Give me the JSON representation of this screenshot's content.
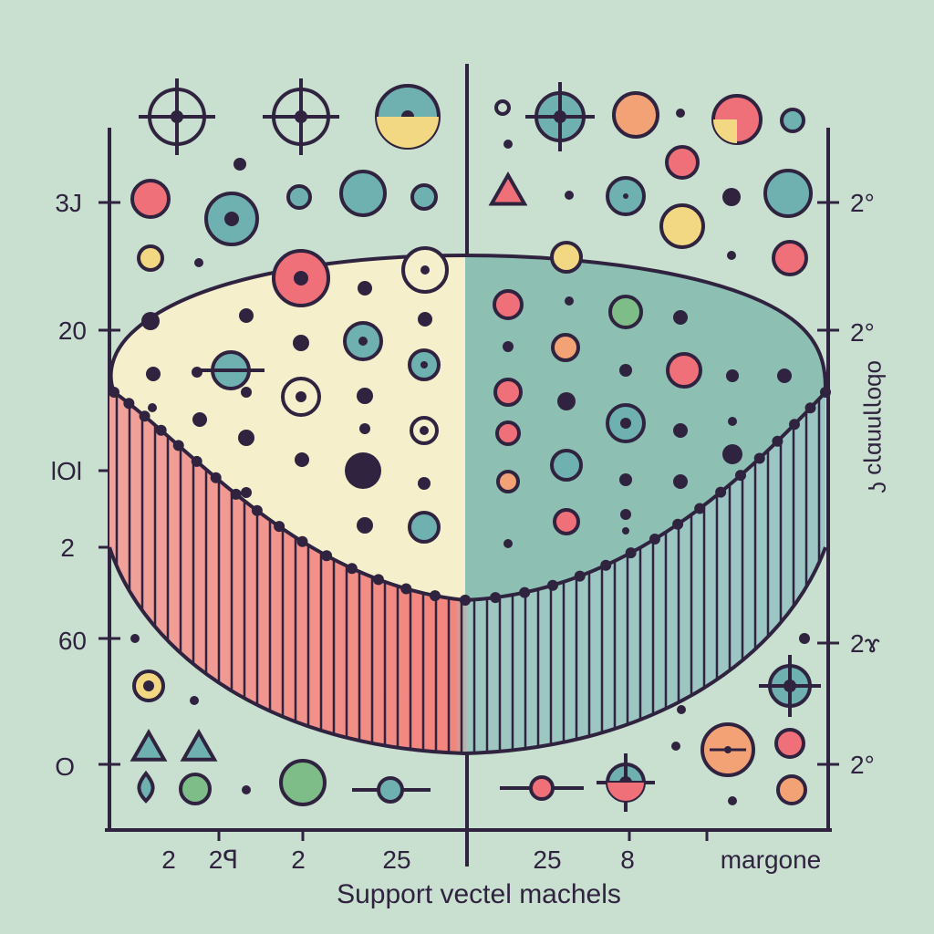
{
  "chart_data": {
    "type": "scatter",
    "title": "",
    "xlabel": "Support vectel machels",
    "ylabel": "",
    "y2label": "oboɿɿnnɒɿɔ ʕ",
    "x_tick_labels": [
      "2",
      "2ꟼ",
      "2",
      "25",
      "25",
      "8",
      "margone"
    ],
    "y_left_tick_labels": [
      "3J",
      "20",
      "lOl",
      "2",
      "60",
      "O"
    ],
    "y_right_tick_labels": [
      "2°",
      "2°",
      "2ɤ",
      "2°"
    ],
    "grid": false,
    "legend": "none",
    "separator": "vertical line at center",
    "regions": [
      {
        "name": "class-a",
        "color": "#f5efcb"
      },
      {
        "name": "class-b",
        "color": "#8dbfb3"
      }
    ],
    "colors": {
      "ink": "#2f2340",
      "red": "#f0707a",
      "teal": "#6fb0b0",
      "green": "#7ebc88",
      "yellow": "#f3d884",
      "orange": "#f3a276",
      "background": "#c9dfcf",
      "cream": "#f5efcb",
      "band": "#8fb0c0"
    }
  }
}
